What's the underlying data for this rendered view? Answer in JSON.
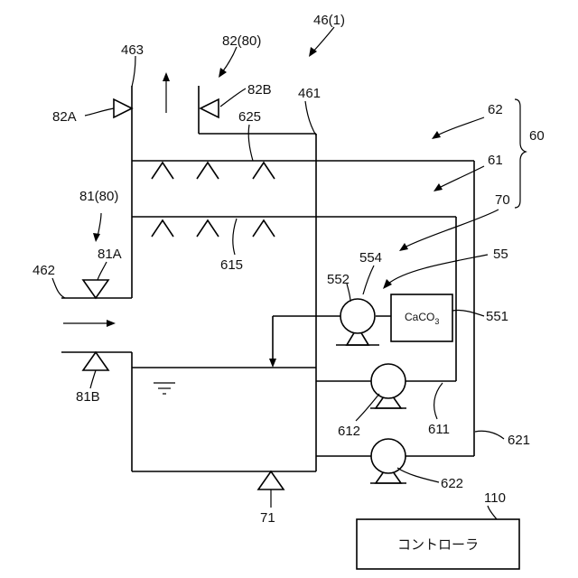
{
  "diagram": {
    "labels": {
      "system": "46(1)",
      "l463": "463",
      "l82": "82(80)",
      "l82a": "82A",
      "l82b": "82B",
      "l461": "461",
      "l625": "625",
      "l62": "62",
      "l60": "60",
      "l61": "61",
      "l81": "81(80)",
      "l70": "70",
      "l81a": "81A",
      "l615": "615",
      "l462": "462",
      "l554": "554",
      "l55": "55",
      "l552": "552",
      "caco3": "CaCO",
      "caco3_sub": "3",
      "l551": "551",
      "l81b": "81B",
      "l612": "612",
      "l611": "611",
      "l621": "621",
      "l622": "622",
      "l71": "71",
      "l110": "110",
      "controller": "コントローラ"
    }
  }
}
